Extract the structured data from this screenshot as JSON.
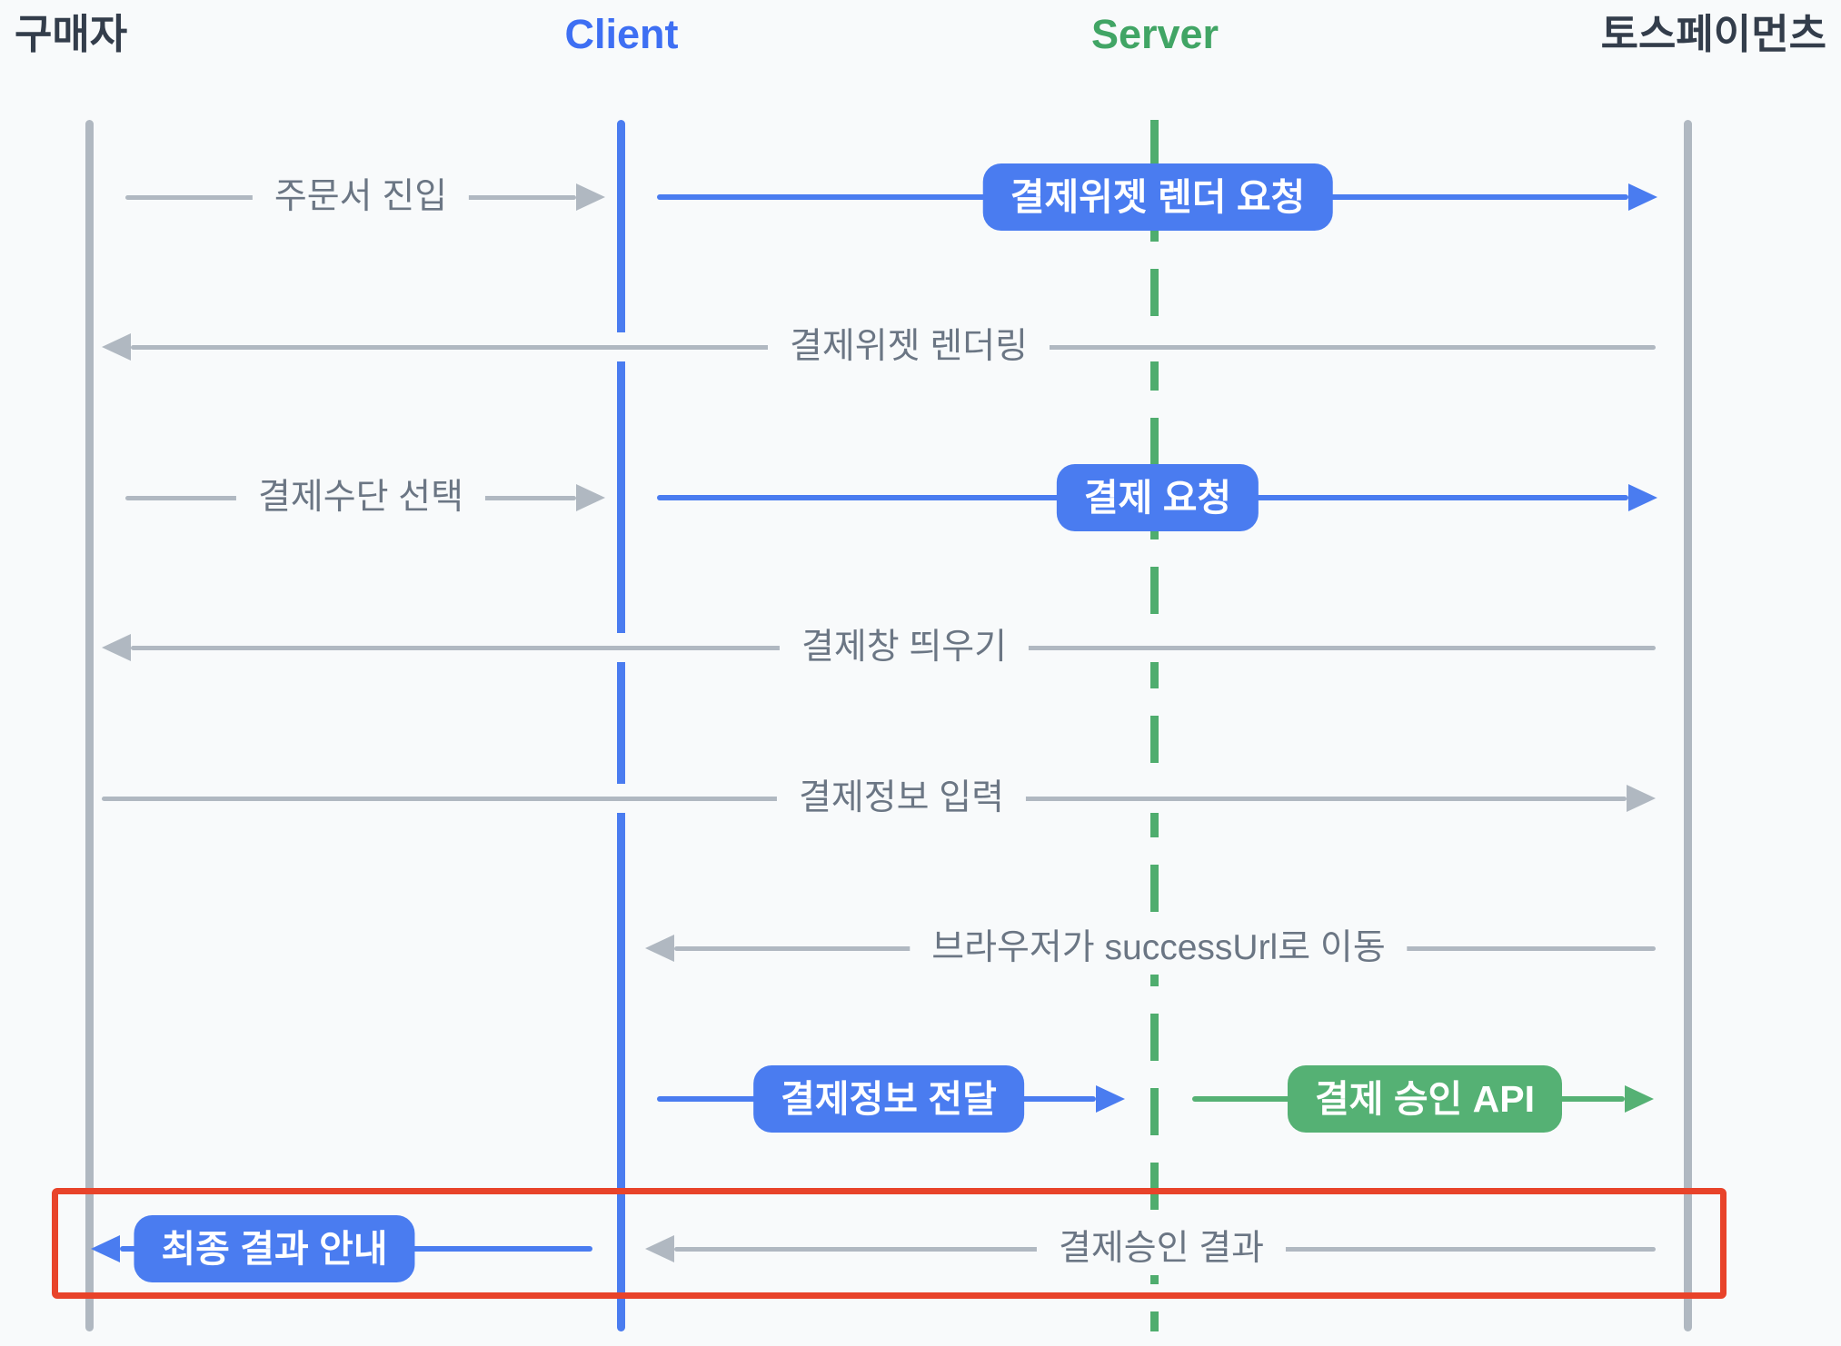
{
  "actors": {
    "buyer": "구매자",
    "client": "Client",
    "server": "Server",
    "toss": "토스페이먼츠"
  },
  "messages": {
    "m1a": "주문서 진입",
    "m1b": "결제위젯 렌더 요청",
    "m2": "결제위젯 렌더링",
    "m3a": "결제수단 선택",
    "m3b": "결제 요청",
    "m4": "결제창 띄우기",
    "m5": "결제정보 입력",
    "m6": "브라우저가 successUrl로 이동",
    "m7a": "결제정보 전달",
    "m7b": "결제 승인 API",
    "m8a": "최종 결과 안내",
    "m8b": "결제승인 결과"
  },
  "colors": {
    "background": "#f8fafb",
    "dark_text": "#333d4b",
    "client_blue": "#3e6ff3",
    "server_green": "#41a565",
    "arrow_blue": "#4a7cf0",
    "arrow_green": "#55b174",
    "line_gray": "#b0b8c1",
    "label_gray": "#6b7684",
    "highlight_red": "#e8432a"
  }
}
